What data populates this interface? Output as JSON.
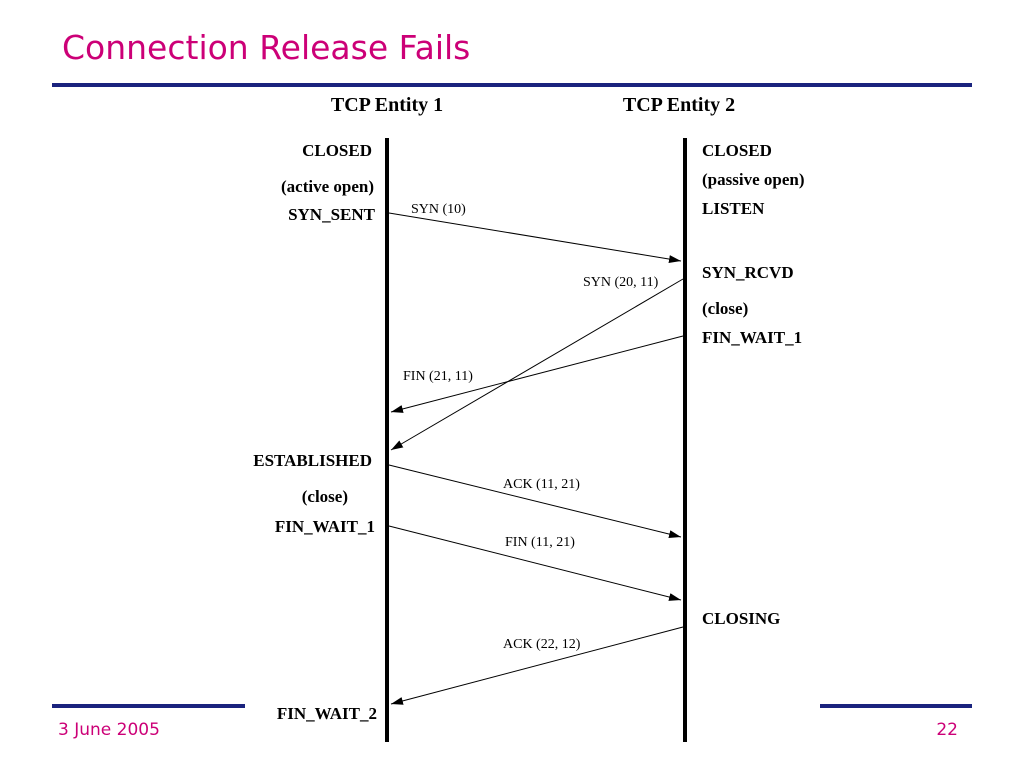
{
  "slide": {
    "title": "Connection Release Fails",
    "footer_date": "3 June 2005",
    "page_number": "22",
    "accent_color": "#cc0077",
    "rule_color": "#1a237e"
  },
  "diagram": {
    "entity1": {
      "header": "TCP Entity 1",
      "states": [
        "CLOSED",
        "(active open)",
        "SYN_SENT",
        "ESTABLISHED",
        "(close)",
        "FIN_WAIT_1",
        "FIN_WAIT_2"
      ]
    },
    "entity2": {
      "header": "TCP Entity 2",
      "states": [
        "CLOSED",
        "(passive open)",
        "LISTEN",
        "SYN_RCVD",
        "(close)",
        "FIN_WAIT_1",
        "CLOSING"
      ]
    },
    "messages": [
      {
        "label": "SYN (10)",
        "from": "entity1",
        "to": "entity2"
      },
      {
        "label": "SYN (20, 11)",
        "from": "entity2",
        "to": "entity1"
      },
      {
        "label": "FIN (21, 11)",
        "from": "entity2",
        "to": "entity1"
      },
      {
        "label": "ACK (11, 21)",
        "from": "entity1",
        "to": "entity2"
      },
      {
        "label": "FIN (11, 21)",
        "from": "entity1",
        "to": "entity2"
      },
      {
        "label": "ACK (22, 12)",
        "from": "entity2",
        "to": "entity1"
      }
    ]
  }
}
